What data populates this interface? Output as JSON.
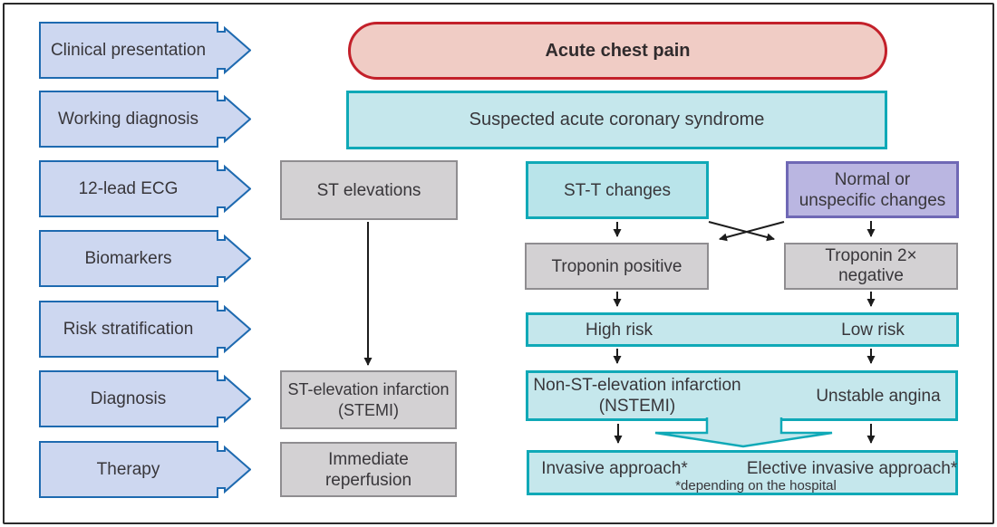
{
  "figure_title": "Acute chest pain diagnostic flowchart",
  "row_labels": [
    {
      "label": "Clinical presentation"
    },
    {
      "label": "Working diagnosis"
    },
    {
      "label": "12-lead ECG"
    },
    {
      "label": "Biomarkers"
    },
    {
      "label": "Risk stratification"
    },
    {
      "label": "Diagnosis"
    },
    {
      "label": "Therapy"
    }
  ],
  "flow": {
    "acute_chest_pain": "Acute chest pain",
    "suspected_acs": "Suspected acute coronary syndrome",
    "st_elevations": "ST elevations",
    "stt_changes": "ST-T changes",
    "normal_changes_line1": "Normal or",
    "normal_changes_line2": "unspecific changes",
    "troponin_positive": "Troponin positive",
    "troponin_negative_line1": "Troponin 2×",
    "troponin_negative_line2": "negative",
    "high_risk": "High risk",
    "low_risk": "Low risk",
    "nstemi_line1": "Non-ST-elevation infarction",
    "nstemi_line2": "(NSTEMI)",
    "unstable_angina": "Unstable angina",
    "stemi_line1": "ST-elevation infarction",
    "stemi_line2": "(STEMI)",
    "reperfusion_line1": "Immediate",
    "reperfusion_line2": "reperfusion",
    "invasive_approach": "Invasive approach*",
    "elective_invasive_approach": "Elective invasive approach*",
    "footnote": "*depending on the hospital"
  },
  "colors": {
    "label_fill": "#cdd7f0",
    "label_border": "#1e6ab0",
    "pill_fill": "#f0ccc5",
    "pill_border": "#c3202a",
    "cyan_fill": "#c5e7ec",
    "cyan_fill_alt": "#b9e4ea",
    "teal_border": "#10a9b7",
    "purple_fill": "#bab6e1",
    "purple_border": "#6f68b5",
    "gray_fill": "#d3d1d3",
    "gray_border": "#8f8d90",
    "arrow_color": "#1c1c1c",
    "text_color": "#38363a",
    "frame_border": "#2b2b2b"
  }
}
